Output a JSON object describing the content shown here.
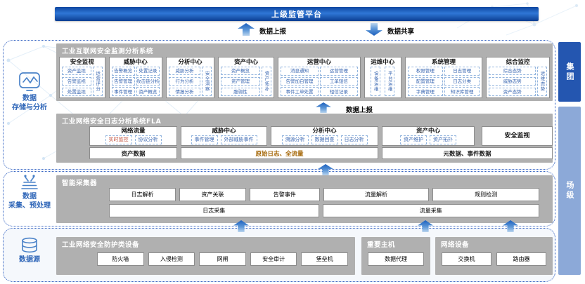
{
  "colors": {
    "accent_blue": "#2f5fc0",
    "bar_group": "#2456b0",
    "bar_site": "#8ca9d8",
    "item_text": "#3a67b1",
    "side_blue": "#2f66b8",
    "highlight_red": "#bf4b37",
    "highlight_orange": "#a6690a"
  },
  "top": {
    "platform": "上级监管平台",
    "report": "数据上报",
    "share": "数据共享"
  },
  "levels": {
    "group": "集团",
    "site": "场级"
  },
  "sidebar": {
    "storage": {
      "line1": "数据",
      "line2": "存储与分析"
    },
    "collect": {
      "line1": "数据",
      "line2": "采集、预处理"
    },
    "source": {
      "label": "数据源"
    }
  },
  "monitor": {
    "title": "工业互联网安全监测分析系统",
    "modules": [
      {
        "title": "安全监视",
        "items": [
          "资产监视",
          "告警监视",
          "处置监视"
        ],
        "vertical": "运营评分"
      },
      {
        "title": "威胁中心",
        "items": [
          "告警概览",
          "处置记录",
          "告警管理",
          "攻击链分析",
          "事件管理",
          "资产概览"
        ]
      },
      {
        "title": "分析中心",
        "items": [
          "威胁分析",
          "行为分析",
          "情报分析"
        ],
        "vertical": "安全洞察"
      },
      {
        "title": "资产中心",
        "items": [
          "资产概览",
          "资产管理",
          "脆弱性"
        ],
        "vertical": "资产拓扑"
      },
      {
        "title": "运营中心",
        "items": [
          "消息通知",
          "运营管理",
          "告警加白管理",
          "工单短信",
          "事件工单处置",
          "短信记录"
        ]
      },
      {
        "title": "运维中心",
        "vertical1": "设备运维",
        "vertical2": "平台运维"
      },
      {
        "title": "系统管理",
        "items": [
          "权限管理",
          "日志管理",
          "配置管理",
          "日志分类",
          "字典管理",
          "知识库管理"
        ]
      },
      {
        "title": "综合监控",
        "items": [
          "综合态势",
          "威胁态势",
          "资产态势"
        ],
        "vertical": "运维态势"
      }
    ]
  },
  "flow_report_mid": "数据上报",
  "fla": {
    "title": "工业网络安全日志分析系统FLA",
    "modules": [
      {
        "title": "网络流量",
        "items": [
          "实时监控",
          "协议分析"
        ]
      },
      {
        "title": "威胁中心",
        "items": [
          "事件管理",
          "外部威胁事件"
        ]
      },
      {
        "title": "分析中心",
        "items": [
          "溯源分析",
          "数据回查",
          "日志分析"
        ]
      },
      {
        "title": "资产中心",
        "items": [
          "资产维护",
          "资产拓扑"
        ]
      },
      {
        "title": "安全监视"
      }
    ],
    "data_row": [
      "资产数据",
      "原始日志、全流量",
      "元数据、事件数据"
    ]
  },
  "collector": {
    "title": "智能采集器",
    "row1": [
      "日志解析",
      "资产关联",
      "告警事件",
      "流量解析",
      "规则检测"
    ],
    "row2": [
      "日志采集",
      "流量采集"
    ]
  },
  "sources": {
    "protect": {
      "title": "工业网络安全防护类设备",
      "items": [
        "防火墙",
        "入侵检测",
        "网闸",
        "安全审计",
        "堡垒机"
      ]
    },
    "hosts": {
      "title": "重要主机",
      "items": [
        "数据代理"
      ]
    },
    "network": {
      "title": "网络设备",
      "items": [
        "交换机",
        "路由器"
      ]
    }
  }
}
